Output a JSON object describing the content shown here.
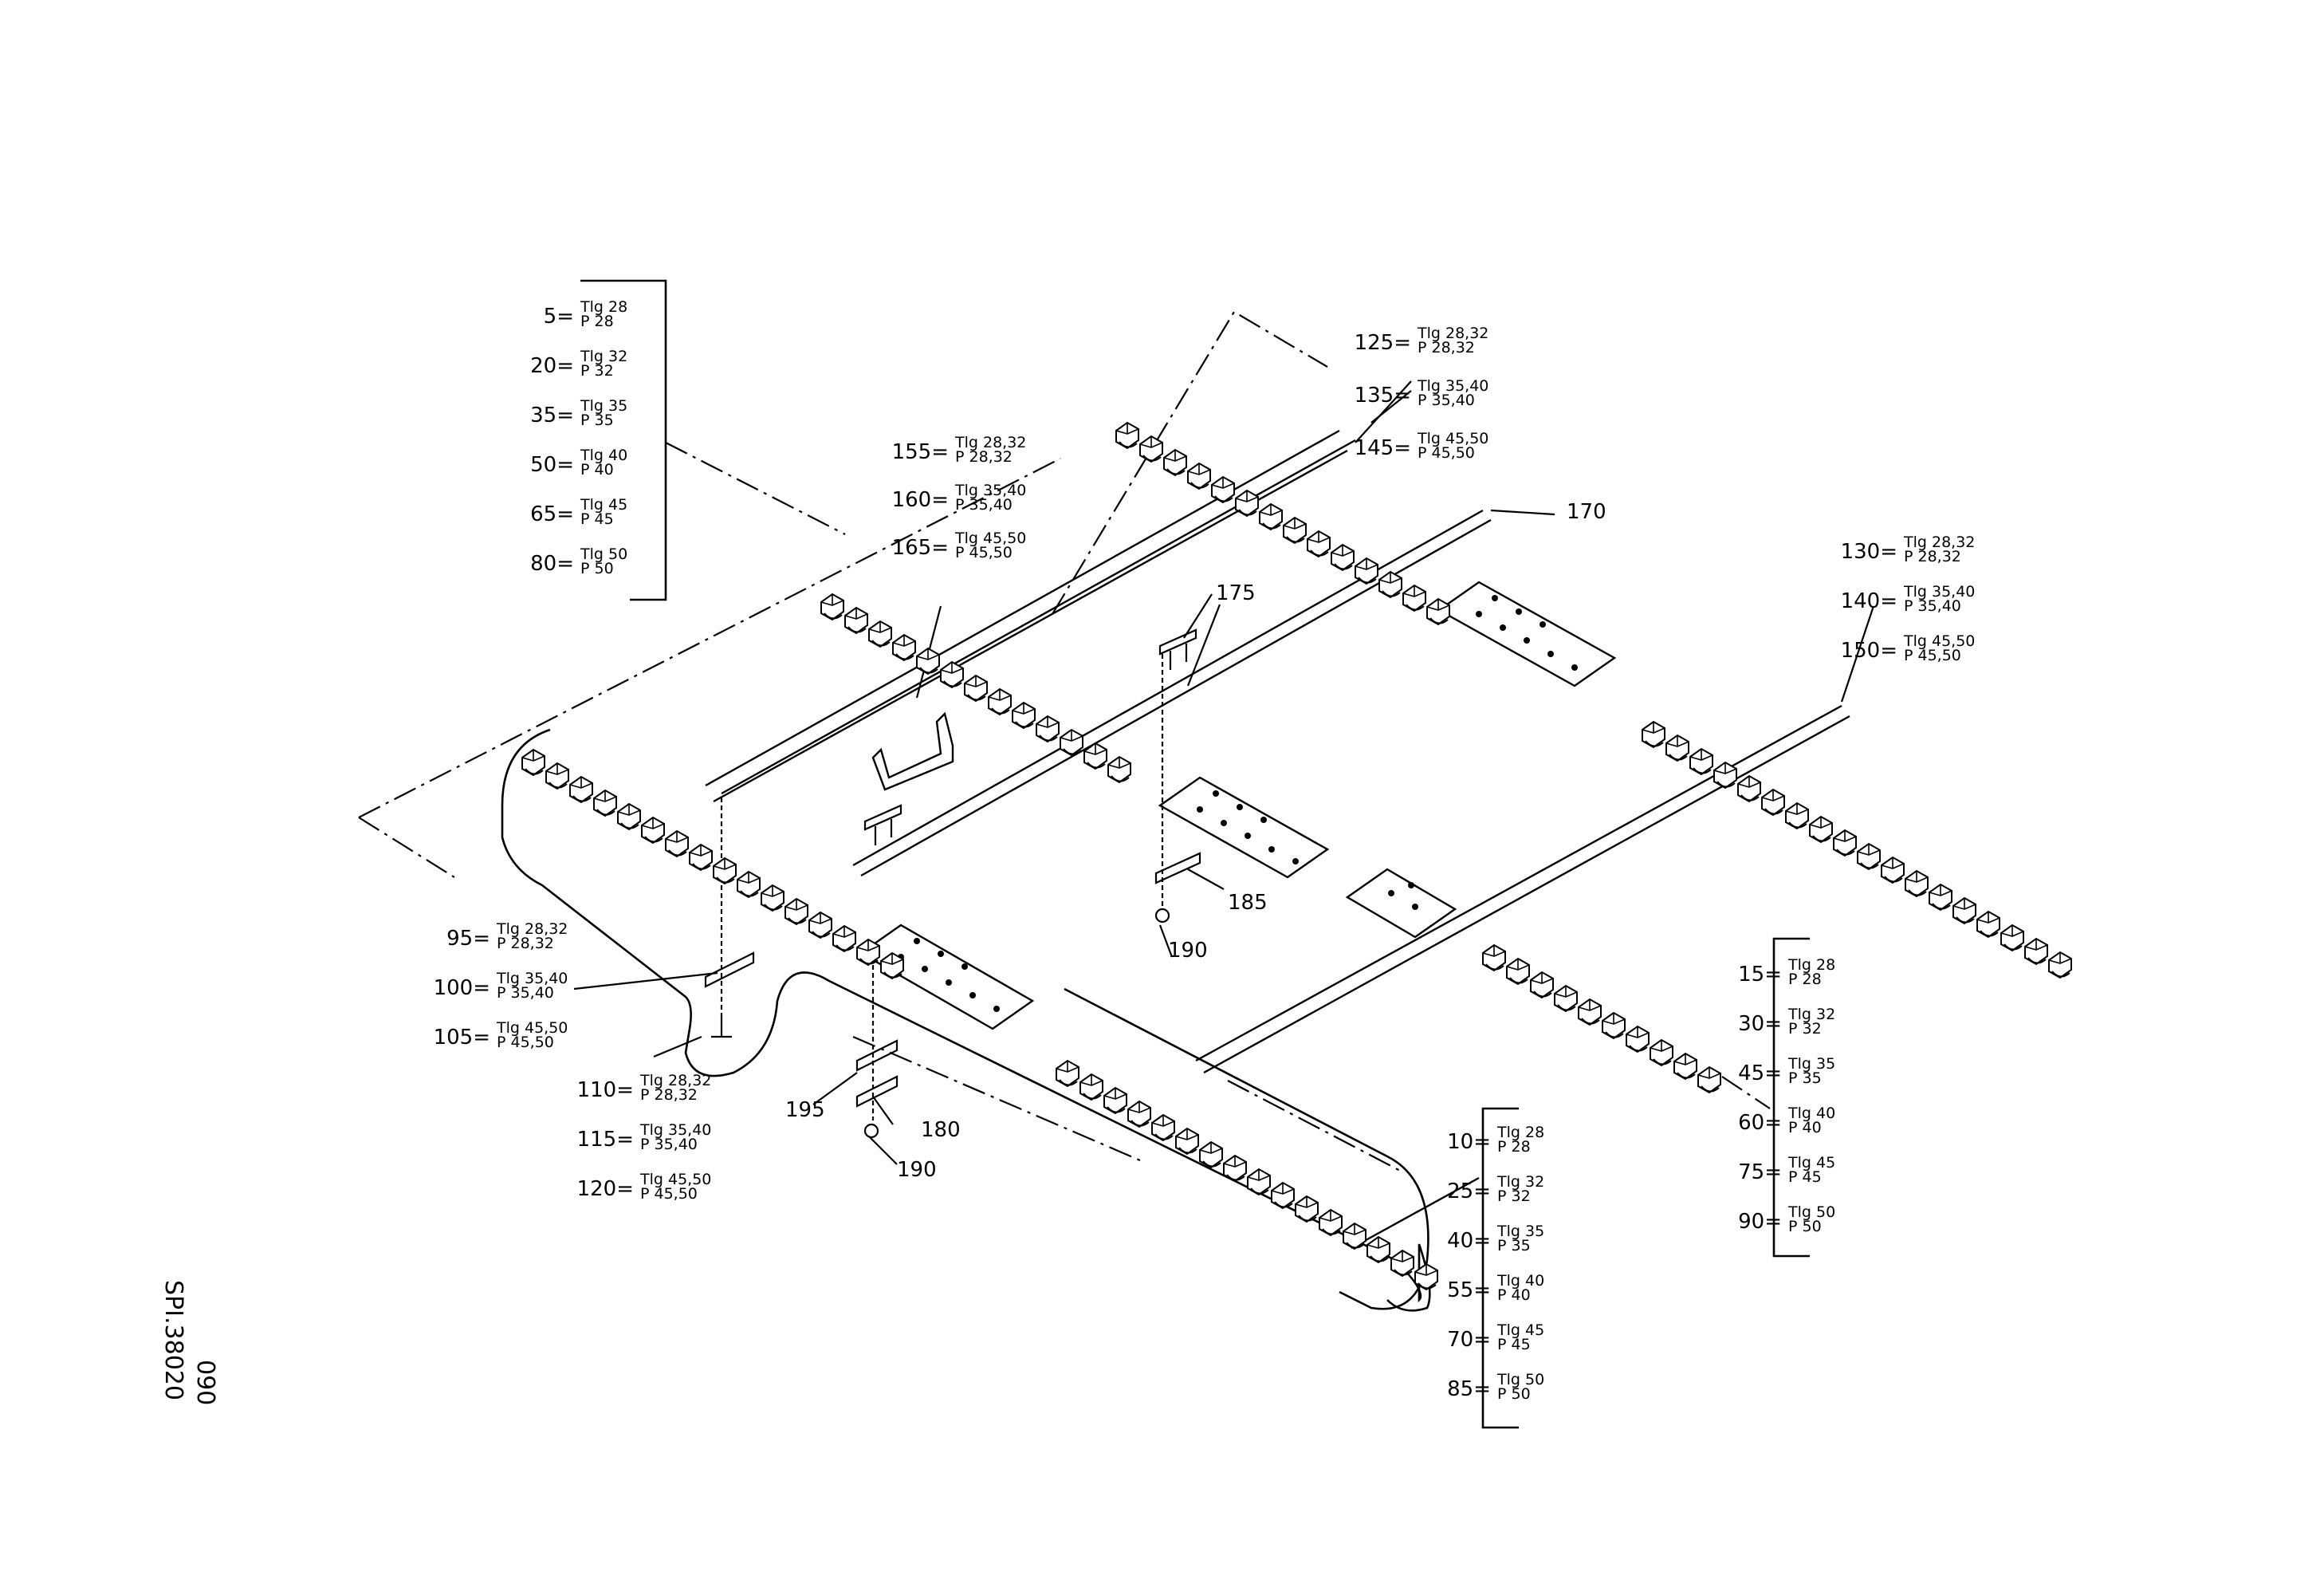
{
  "colors": {
    "ink": "#000000",
    "paper": "#ffffff"
  },
  "doc_code": "SPI.38020",
  "doc_page": "090",
  "groups": [
    {
      "id": "tl",
      "bracket": "right",
      "rows": [
        {
          "num": "5=",
          "s1": "Tlg 28",
          "s2": "P 28"
        },
        {
          "num": "20=",
          "s1": "Tlg 32",
          "s2": "P 32"
        },
        {
          "num": "35=",
          "s1": "Tlg 35",
          "s2": "P 35"
        },
        {
          "num": "50=",
          "s1": "Tlg 40",
          "s2": "P 40"
        },
        {
          "num": "65=",
          "s1": "Tlg 45",
          "s2": "P 45"
        },
        {
          "num": "80=",
          "s1": "Tlg 50",
          "s2": "P 50"
        }
      ]
    },
    {
      "id": "tr",
      "bracket": "none",
      "rows": [
        {
          "num": "125=",
          "s1": "Tlg 28,32",
          "s2": "P 28,32"
        },
        {
          "num": "135=",
          "s1": "Tlg 35,40",
          "s2": "P 35,40"
        },
        {
          "num": "145=",
          "s1": "Tlg 45,50",
          "s2": "P 45,50"
        }
      ]
    },
    {
      "id": "mid",
      "bracket": "none",
      "rows": [
        {
          "num": "155=",
          "s1": "Tlg 28,32",
          "s2": "P 28,32"
        },
        {
          "num": "160=",
          "s1": "Tlg 35,40",
          "s2": "P 35,40"
        },
        {
          "num": "165=",
          "s1": "Tlg 45,50",
          "s2": "P 45,50"
        }
      ]
    },
    {
      "id": "r",
      "bracket": "none",
      "rows": [
        {
          "num": "130=",
          "s1": "Tlg 28,32",
          "s2": "P 28,32"
        },
        {
          "num": "140=",
          "s1": "Tlg 35,40",
          "s2": "P 35,40"
        },
        {
          "num": "150=",
          "s1": "Tlg 45,50",
          "s2": "P 45,50"
        }
      ]
    },
    {
      "id": "l1",
      "bracket": "none",
      "rows": [
        {
          "num": "95=",
          "s1": "Tlg 28,32",
          "s2": "P 28,32"
        },
        {
          "num": "100=",
          "s1": "Tlg 35,40",
          "s2": "P 35,40"
        },
        {
          "num": "105=",
          "s1": "Tlg 45,50",
          "s2": "P 45,50"
        }
      ]
    },
    {
      "id": "l2",
      "bracket": "none",
      "rows": [
        {
          "num": "110=",
          "s1": "Tlg 28,32",
          "s2": "P 28,32"
        },
        {
          "num": "115=",
          "s1": "Tlg 35,40",
          "s2": "P 35,40"
        },
        {
          "num": "120=",
          "s1": "Tlg 45,50",
          "s2": "P 45,50"
        }
      ]
    },
    {
      "id": "br",
      "bracket": "left",
      "rows": [
        {
          "num": "15=",
          "s1": "Tlg 28",
          "s2": "P 28"
        },
        {
          "num": "30=",
          "s1": "Tlg 32",
          "s2": "P 32"
        },
        {
          "num": "45=",
          "s1": "Tlg 35",
          "s2": "P 35"
        },
        {
          "num": "60=",
          "s1": "Tlg 40",
          "s2": "P 40"
        },
        {
          "num": "75=",
          "s1": "Tlg 45",
          "s2": "P 45"
        },
        {
          "num": "90=",
          "s1": "Tlg 50",
          "s2": "P 50"
        }
      ]
    },
    {
      "id": "bm",
      "bracket": "left",
      "rows": [
        {
          "num": "10=",
          "s1": "Tlg 28",
          "s2": "P 28"
        },
        {
          "num": "25=",
          "s1": "Tlg 32",
          "s2": "P 32"
        },
        {
          "num": "40=",
          "s1": "Tlg 35",
          "s2": "P 35"
        },
        {
          "num": "55=",
          "s1": "Tlg 40",
          "s2": "P 40"
        },
        {
          "num": "70=",
          "s1": "Tlg 45",
          "s2": "P 45"
        },
        {
          "num": "85=",
          "s1": "Tlg 50",
          "s2": "P 50"
        }
      ]
    }
  ],
  "callouts": [
    "170",
    "175",
    "185",
    "190",
    "195",
    "180",
    "190"
  ]
}
